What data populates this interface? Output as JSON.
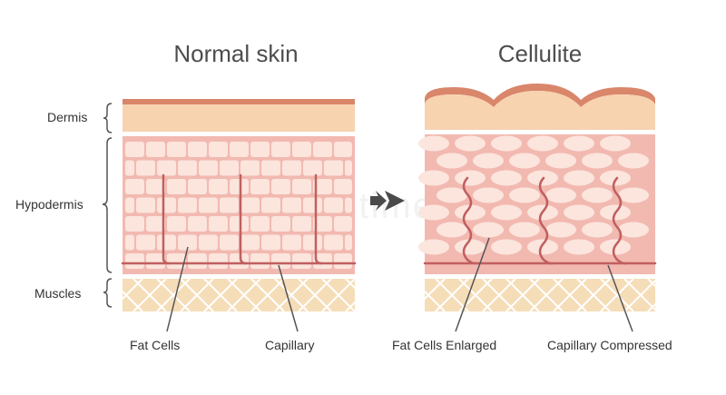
{
  "titles": {
    "left": "Normal skin",
    "right": "Cellulite"
  },
  "layers": {
    "dermis": "Dermis",
    "hypodermis": "Hypodermis",
    "muscles": "Muscles"
  },
  "callouts": {
    "fat_cells": "Fat Cells",
    "capillary": "Capillary",
    "fat_cells_enlarged": "Fat Cells Enlarged",
    "capillary_compressed": "Capillary Compressed"
  },
  "watermark": "dreamstime",
  "colors": {
    "dermis_fill": "#f7d3b0",
    "dermis_top": "#d9866b",
    "hypodermis_fill": "#f2b9b1",
    "fat_cell": "#fbe5dd",
    "capillary": "#c0605f",
    "muscle_fill": "#f5ddb8",
    "muscle_line": "#ffffff",
    "arrow": "#4a4a4a",
    "bracket": "#555555"
  }
}
